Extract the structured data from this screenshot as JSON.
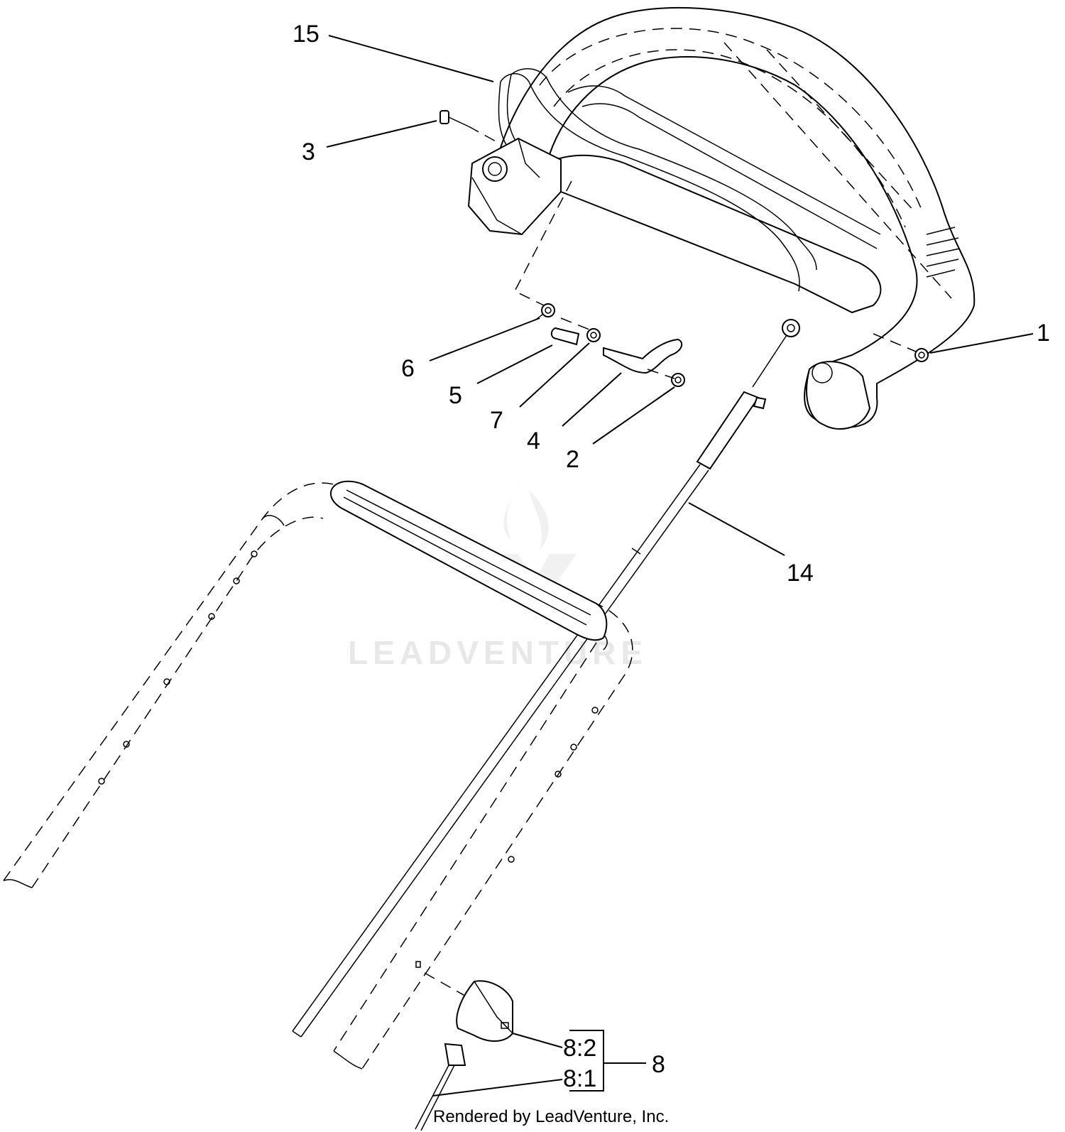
{
  "watermark": {
    "text": "LEADVENTURE"
  },
  "callouts": {
    "c15": "15",
    "c3": "3",
    "c1": "1",
    "c6": "6",
    "c5": "5",
    "c7": "7",
    "c4": "4",
    "c2": "2",
    "c14": "14",
    "c8_2": "8:2",
    "c8_1": "8:1",
    "c8": "8"
  },
  "footer": {
    "text": "Rendered by LeadVenture, Inc."
  }
}
